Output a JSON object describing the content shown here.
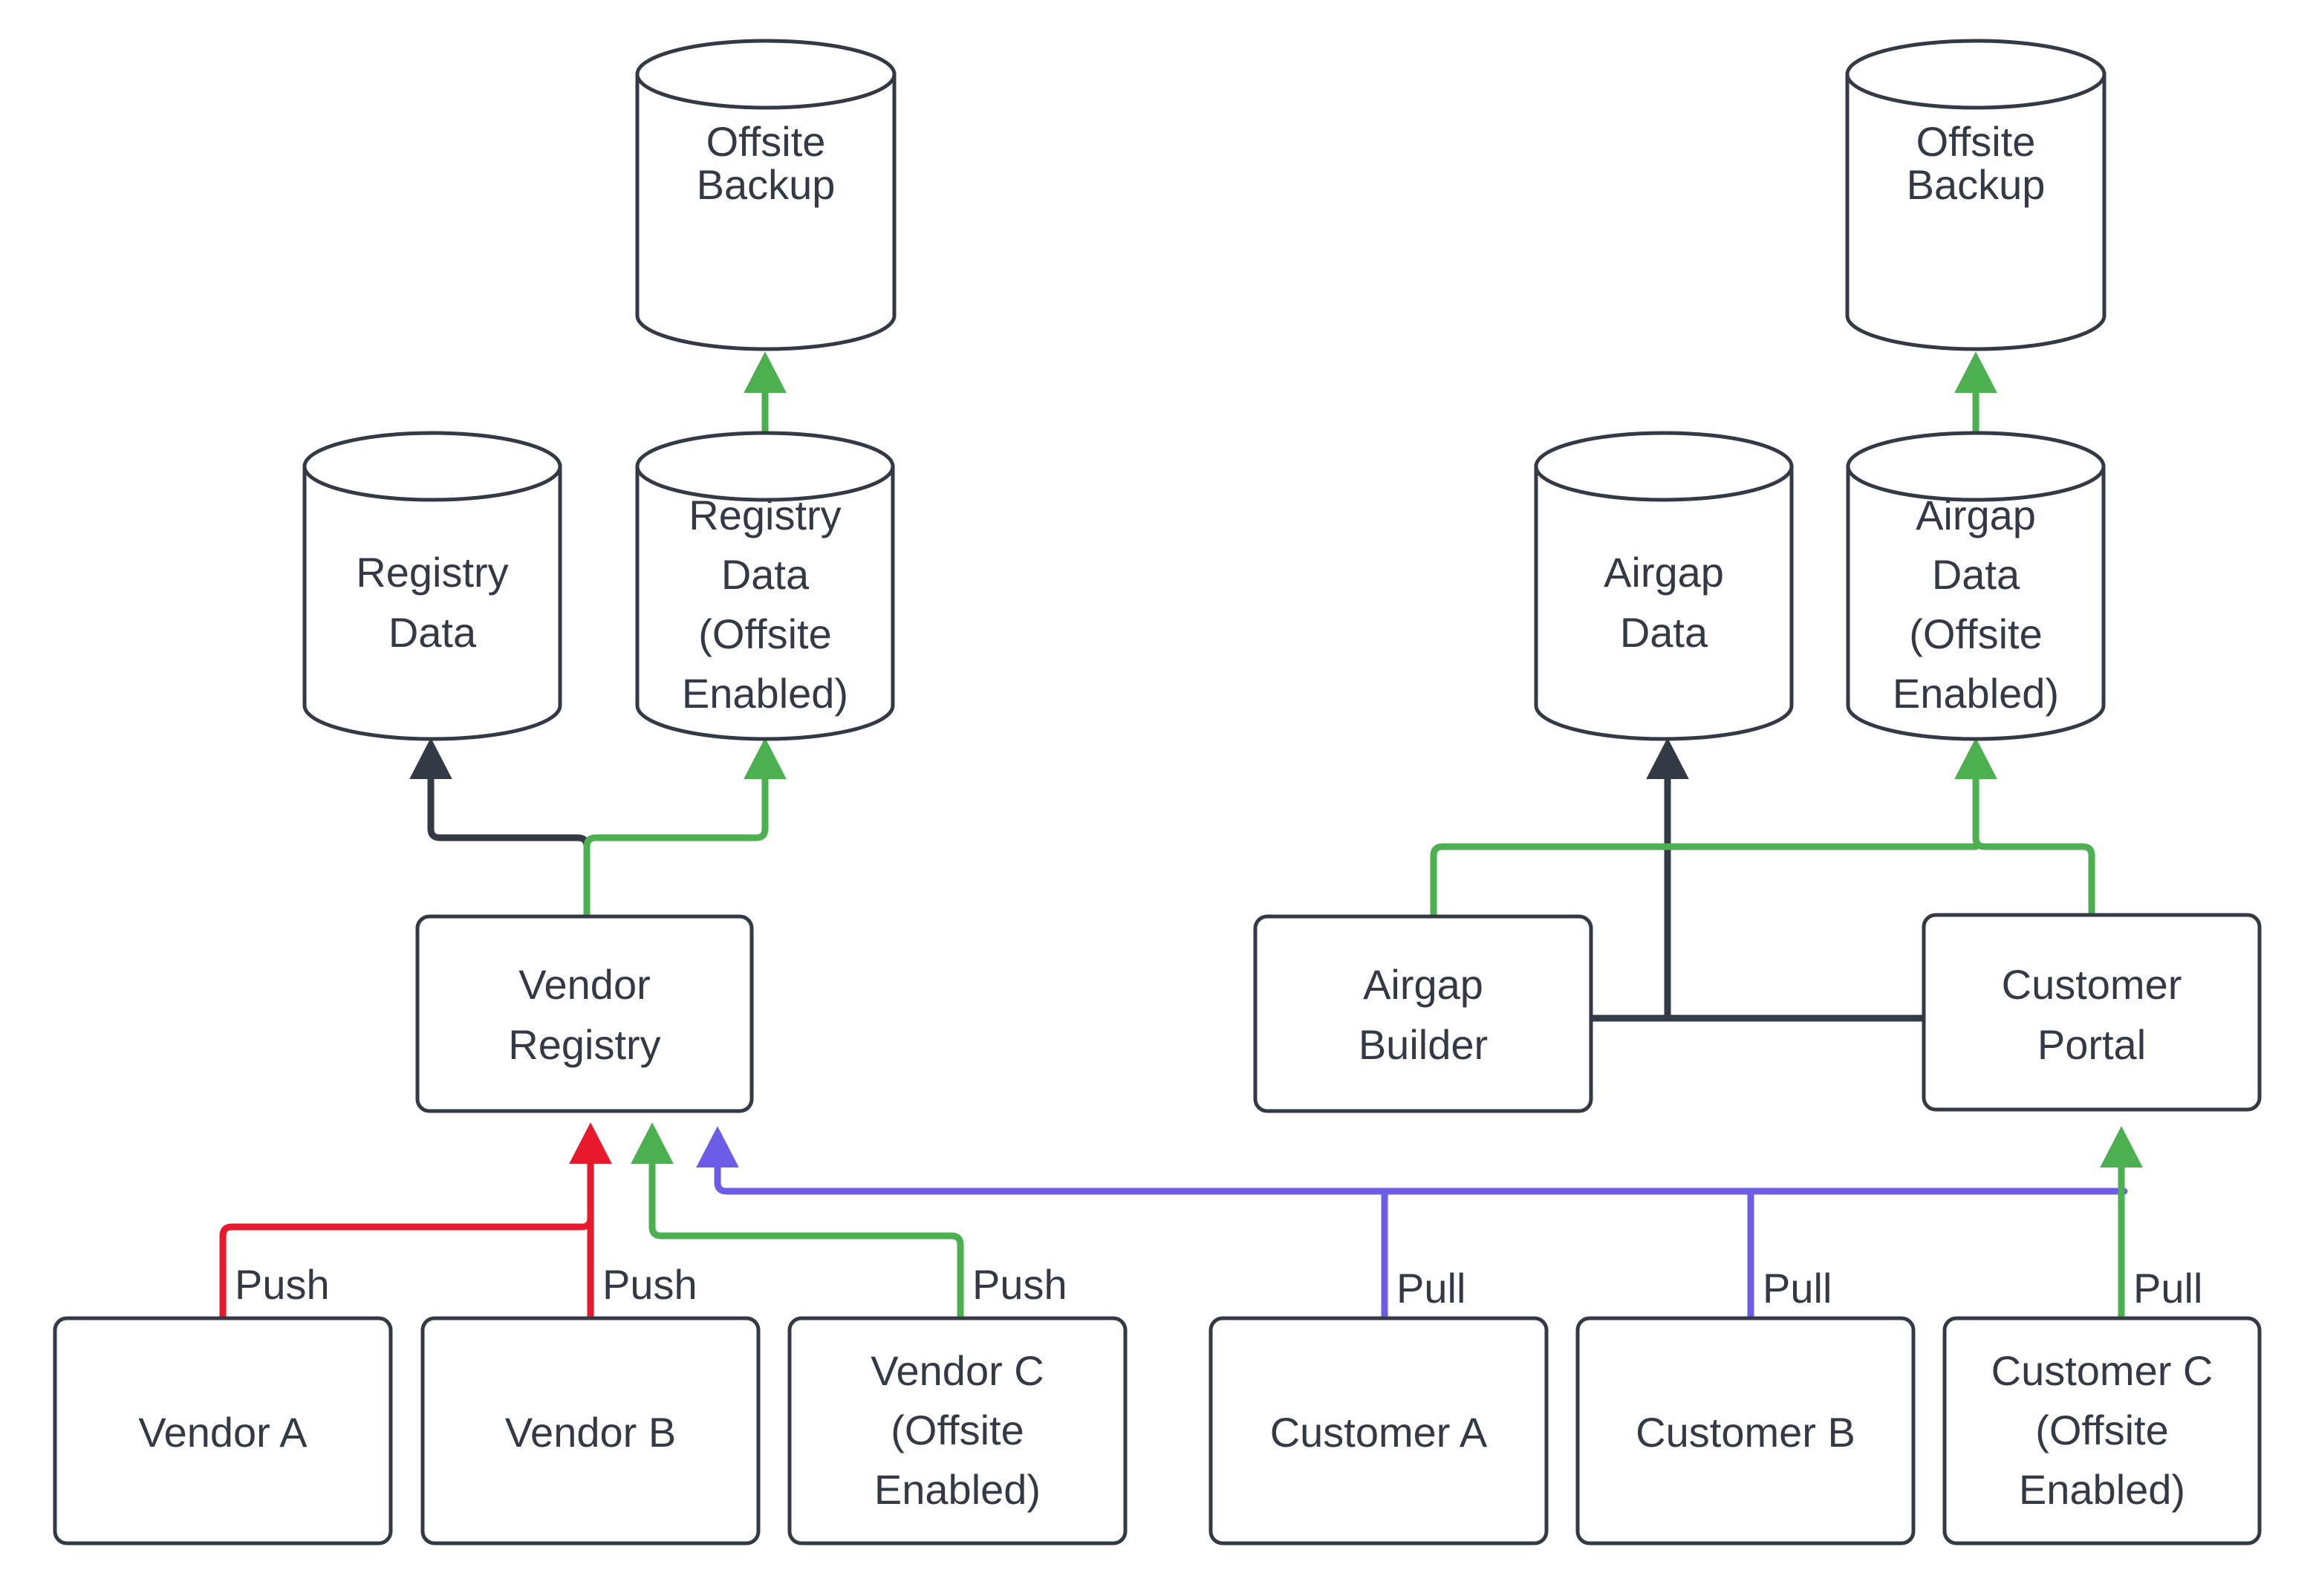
{
  "diagram": {
    "title": "Vendor Registry and Customer Portal Data Flow",
    "background_color": "#ffffff",
    "colors": {
      "node_stroke": "#333a45",
      "node_fill": "#ffffff",
      "text": "#333a45",
      "default_edge": "#333a45",
      "push_red": "#e8192c",
      "replicate_green": "#4caf50",
      "pull_blue": "#6c5ce7"
    },
    "nodes": {
      "offsite_backup_left": {
        "label_line1": "Offsite",
        "label_line2": "Backup",
        "shape": "cylinder"
      },
      "offsite_backup_right": {
        "label_line1": "Offsite",
        "label_line2": "Backup",
        "shape": "cylinder"
      },
      "registry_data": {
        "label_line1": "Registry",
        "label_line2": "Data",
        "shape": "cylinder"
      },
      "registry_data_offsite": {
        "label_line1": "Registry",
        "label_line2": "Data",
        "label_line3": "(Offsite",
        "label_line4": "Enabled)",
        "shape": "cylinder"
      },
      "airgap_data": {
        "label_line1": "Airgap",
        "label_line2": "Data",
        "shape": "cylinder"
      },
      "airgap_data_offsite": {
        "label_line1": "Airgap",
        "label_line2": "Data",
        "label_line3": "(Offsite",
        "label_line4": "Enabled)",
        "shape": "cylinder"
      },
      "vendor_registry": {
        "label_line1": "Vendor",
        "label_line2": "Registry",
        "shape": "box"
      },
      "airgap_builder": {
        "label_line1": "Airgap",
        "label_line2": "Builder",
        "shape": "box"
      },
      "customer_portal": {
        "label_line1": "Customer",
        "label_line2": "Portal",
        "shape": "box"
      },
      "vendor_a": {
        "label_line1": "Vendor A",
        "shape": "box"
      },
      "vendor_b": {
        "label_line1": "Vendor B",
        "shape": "box"
      },
      "vendor_c": {
        "label_line1": "Vendor C",
        "label_line2": "(Offsite",
        "label_line3": "Enabled)",
        "shape": "box"
      },
      "customer_a": {
        "label_line1": "Customer A",
        "shape": "box"
      },
      "customer_b": {
        "label_line1": "Customer B",
        "shape": "box"
      },
      "customer_c": {
        "label_line1": "Customer C",
        "label_line2": "(Offsite",
        "label_line3": "Enabled)",
        "shape": "box"
      }
    },
    "edge_labels": {
      "vendor_a_push": "Push",
      "vendor_b_push": "Push",
      "vendor_c_push": "Push",
      "customer_a_pull": "Pull",
      "customer_b_pull": "Pull",
      "customer_c_pull": "Pull"
    }
  }
}
